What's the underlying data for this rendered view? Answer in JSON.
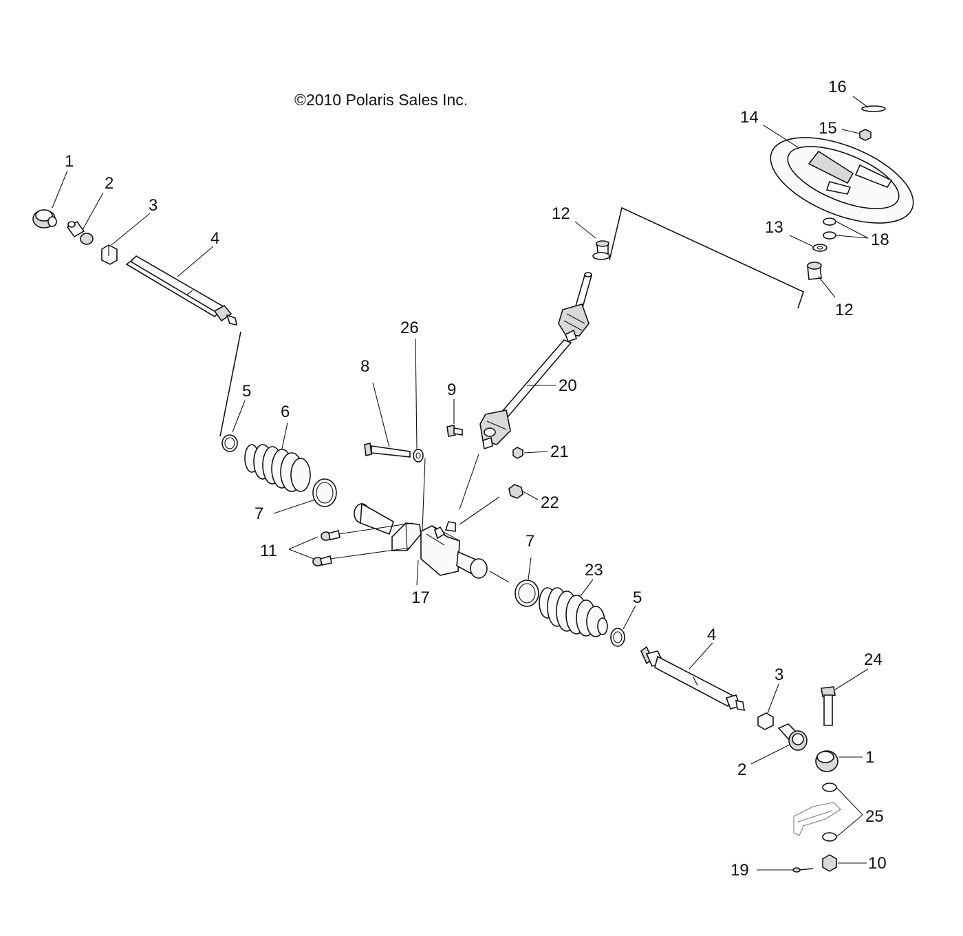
{
  "copyright": "©2010 Polaris Sales Inc.",
  "callouts": {
    "c1a": "1",
    "c1b": "1",
    "c2a": "2",
    "c2b": "2",
    "c3a": "3",
    "c3b": "3",
    "c4a": "4",
    "c4b": "4",
    "c5a": "5",
    "c5b": "5",
    "c6": "6",
    "c7a": "7",
    "c7b": "7",
    "c8": "8",
    "c9": "9",
    "c10": "10",
    "c11": "11",
    "c12a": "12",
    "c12b": "12",
    "c13": "13",
    "c14": "14",
    "c15": "15",
    "c16": "16",
    "c17": "17",
    "c18": "18",
    "c19": "19",
    "c20": "20",
    "c21": "21",
    "c22": "22",
    "c23": "23",
    "c24": "24",
    "c25": "25",
    "c26": "26"
  }
}
